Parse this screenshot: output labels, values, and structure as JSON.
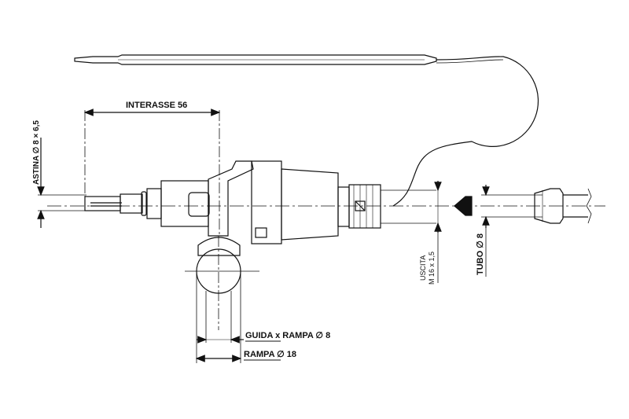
{
  "labels": {
    "interasse": "INTERASSE 56",
    "astina": "ASTINA ∅ 8 × 6,5",
    "uscita_line1": "USCITA",
    "uscita_line2": "M 16 x 1,5",
    "tubo": "TUBO ∅ 8",
    "guida_rampa": "GUIDA x RAMPA ∅ 8",
    "rampa": "RAMPA ∅ 18"
  },
  "colors": {
    "ink": "#111111",
    "paper": "#ffffff"
  }
}
